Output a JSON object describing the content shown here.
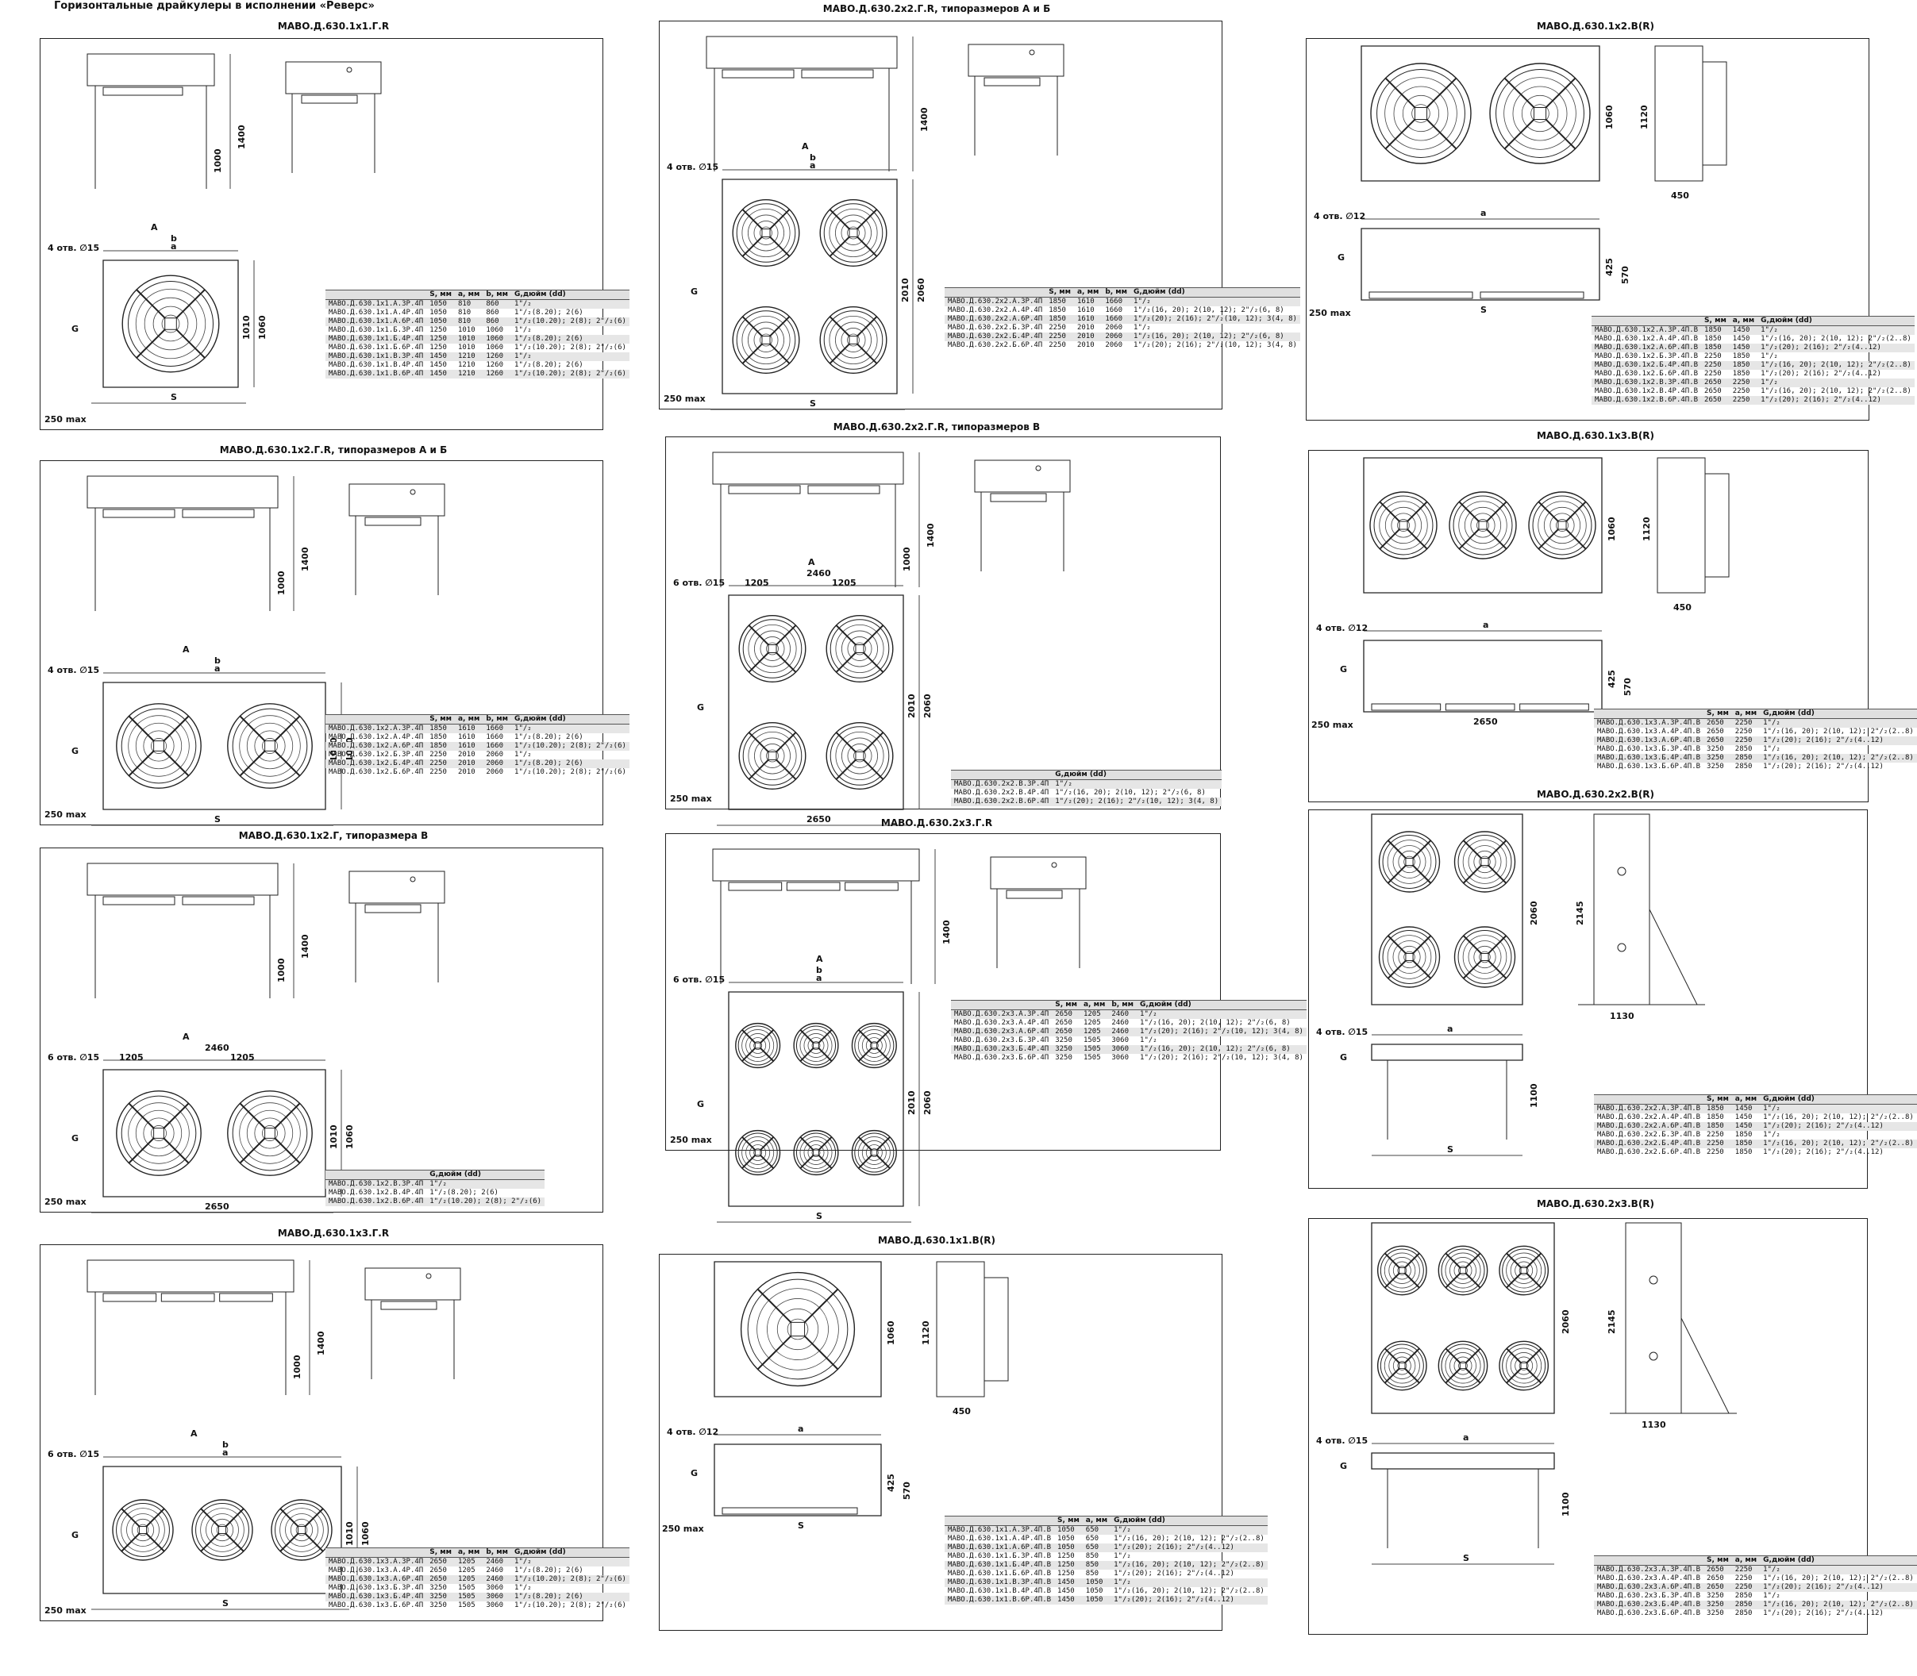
{
  "page": {
    "header": "Горизонтальные драйкулеры в исполнении «Реверс»"
  },
  "panels": [
    {
      "title": "MABO.Д.630.1x1.Г.R",
      "labels": {
        "a": "a",
        "b": "b",
        "A": "A",
        "G": "G",
        "S": "S",
        "holes": "4 отв. ∅15",
        "max": "250 max",
        "dim1": "1400",
        "dim2": "1000",
        "dim3": "1010",
        "dim4": "1060"
      },
      "table": {
        "headers": [
          "",
          "S, мм",
          "a, мм",
          "b, мм",
          "G,дюйм (dd)"
        ],
        "rows": [
          [
            "MABO.Д.630.1x1.A.3P.4П",
            "1050",
            "810",
            "860",
            "1\"/₂"
          ],
          [
            "MABO.Д.630.1x1.A.4P.4П",
            "1050",
            "810",
            "860",
            "1\"/₂(8.20); 2(6)"
          ],
          [
            "MABO.Д.630.1x1.A.6P.4П",
            "1050",
            "810",
            "860",
            "1\"/₂(10.20); 2(8); 2\"/₂(6)"
          ],
          [
            "MABO.Д.630.1x1.Б.3P.4П",
            "1250",
            "1010",
            "1060",
            "1\"/₂"
          ],
          [
            "MABO.Д.630.1x1.Б.4P.4П",
            "1250",
            "1010",
            "1060",
            "1\"/₂(8.20); 2(6)"
          ],
          [
            "MABO.Д.630.1x1.Б.6P.4П",
            "1250",
            "1010",
            "1060",
            "1\"/₂(10.20); 2(8); 2\"/₂(6)"
          ],
          [
            "MABO.Д.630.1x1.B.3P.4П",
            "1450",
            "1210",
            "1260",
            "1\"/₂"
          ],
          [
            "MABO.Д.630.1x1.B.4P.4П",
            "1450",
            "1210",
            "1260",
            "1\"/₂(8.20); 2(6)"
          ],
          [
            "MABO.Д.630.1x1.B.6P.4П",
            "1450",
            "1210",
            "1260",
            "1\"/₂(10.20); 2(8); 2\"/₂(6)"
          ]
        ]
      }
    },
    {
      "title": "MABO.Д.630.1x2.Г.R, типоразмеров А и Б",
      "labels": {
        "a": "a",
        "b": "b",
        "A": "A",
        "G": "G",
        "S": "S",
        "holes": "4 отв. ∅15",
        "max": "250 max",
        "dim1": "1400",
        "dim2": "1000",
        "dim3": "1010",
        "dim4": "1060"
      },
      "table": {
        "headers": [
          "",
          "S, мм",
          "a, мм",
          "b, мм",
          "G,дюйм (dd)"
        ],
        "rows": [
          [
            "MABO.Д.630.1x2.A.3P.4П",
            "1850",
            "1610",
            "1660",
            "1\"/₂"
          ],
          [
            "MABO.Д.630.1x2.A.4P.4П",
            "1850",
            "1610",
            "1660",
            "1\"/₂(8.20); 2(6)"
          ],
          [
            "MABO.Д.630.1x2.A.6P.4П",
            "1850",
            "1610",
            "1660",
            "1\"/₂(10.20); 2(8); 2\"/₂(6)"
          ],
          [
            "MABO.Д.630.1x2.Б.3P.4П",
            "2250",
            "2010",
            "2060",
            "1\"/₂"
          ],
          [
            "MABO.Д.630.1x2.Б.4P.4П",
            "2250",
            "2010",
            "2060",
            "1\"/₂(8.20); 2(6)"
          ],
          [
            "MABO.Д.630.1x2.Б.6P.4П",
            "2250",
            "2010",
            "2060",
            "1\"/₂(10.20); 2(8); 2\"/₂(6)"
          ]
        ]
      }
    },
    {
      "title": "MABO.Д.630.1x2.Г, типоразмера В",
      "labels": {
        "A": "A",
        "G": "G",
        "holes": "6 отв. ∅15",
        "max": "250 max",
        "w": "2460",
        "h1": "1205",
        "h2": "1205",
        "len": "2650",
        "dim1": "1400",
        "dim2": "1000",
        "dim3": "1010",
        "dim4": "1060"
      },
      "table": {
        "headers": [
          "",
          "G,дюйм (dd)"
        ],
        "rows": [
          [
            "MABO.Д.630.1x2.B.3P.4П",
            "1\"/₂"
          ],
          [
            "MABO.Д.630.1x2.B.4P.4П",
            "1\"/₂(8.20); 2(6)"
          ],
          [
            "MABO.Д.630.1x2.B.6P.4П",
            "1\"/₂(10.20); 2(8); 2\"/₂(6)"
          ]
        ]
      }
    },
    {
      "title": "MABO.Д.630.1x3.Г.R",
      "labels": {
        "a": "a",
        "b": "b",
        "A": "A",
        "G": "G",
        "S": "S",
        "holes": "6 отв. ∅15",
        "max": "250 max",
        "dim1": "1400",
        "dim2": "1000",
        "dim3": "1010",
        "dim4": "1060"
      },
      "table": {
        "headers": [
          "",
          "S, мм",
          "a, мм",
          "b, мм",
          "G,дюйм (dd)"
        ],
        "rows": [
          [
            "MABO.Д.630.1x3.A.3P.4П",
            "2650",
            "1205",
            "2460",
            "1\"/₂"
          ],
          [
            "MABO.Д.630.1x3.A.4P.4П",
            "2650",
            "1205",
            "2460",
            "1\"/₂(8.20); 2(6)"
          ],
          [
            "MABO.Д.630.1x3.A.6P.4П",
            "2650",
            "1205",
            "2460",
            "1\"/₂(10.20); 2(8); 2\"/₂(6)"
          ],
          [
            "MABO.Д.630.1x3.Б.3P.4П",
            "3250",
            "1505",
            "3060",
            "1\"/₂"
          ],
          [
            "MABO.Д.630.1x3.Б.4P.4П",
            "3250",
            "1505",
            "3060",
            "1\"/₂(8.20); 2(6)"
          ],
          [
            "MABO.Д.630.1x3.Б.6P.4П",
            "3250",
            "1505",
            "3060",
            "1\"/₂(10.20); 2(8); 2\"/₂(6)"
          ]
        ]
      }
    },
    {
      "title": "MABO.Д.630.2x2.Г.R, типоразмеров А и Б",
      "labels": {
        "a": "a",
        "b": "b",
        "A": "A",
        "G": "G",
        "S": "S",
        "holes": "4 отв. ∅15",
        "max": "250 max",
        "dim1": "1400",
        "dim3": "2010",
        "dim4": "2060"
      },
      "table": {
        "headers": [
          "",
          "S, мм",
          "a, мм",
          "b, мм",
          "G,дюйм (dd)"
        ],
        "rows": [
          [
            "MABO.Д.630.2x2.A.3P.4П",
            "1850",
            "1610",
            "1660",
            "1\"/₂"
          ],
          [
            "MABO.Д.630.2x2.A.4P.4П",
            "1850",
            "1610",
            "1660",
            "1\"/₂(16, 20); 2(10, 12); 2\"/₂(6, 8)"
          ],
          [
            "MABO.Д.630.2x2.A.6P.4П",
            "1850",
            "1610",
            "1660",
            "1\"/₂(20); 2(16); 2\"/₂(10, 12); 3(4, 8)"
          ],
          [
            "MABO.Д.630.2x2.Б.3P.4П",
            "2250",
            "2010",
            "2060",
            "1\"/₂"
          ],
          [
            "MABO.Д.630.2x2.Б.4P.4П",
            "2250",
            "2010",
            "2060",
            "1\"/₂(16, 20); 2(10, 12); 2\"/₂(6, 8)"
          ],
          [
            "MABO.Д.630.2x2.Б.6P.4П",
            "2250",
            "2010",
            "2060",
            "1\"/₂(20); 2(16); 2\"/₂(10, 12); 3(4, 8)"
          ]
        ]
      }
    },
    {
      "title": "MABO.Д.630.2x2.Г.R, типоразмеров В",
      "labels": {
        "A": "A",
        "G": "G",
        "holes": "6 отв. ∅15",
        "max": "250 max",
        "w": "2460",
        "h1": "1205",
        "h2": "1205",
        "len": "2650",
        "dim1": "1400",
        "dim2": "1000",
        "dim3": "2010",
        "dim4": "2060"
      },
      "table": {
        "headers": [
          "",
          "G,дюйм (dd)"
        ],
        "rows": [
          [
            "MABO.Д.630.2x2.B.3P.4П",
            "1\"/₂"
          ],
          [
            "MABO.Д.630.2x2.B.4P.4П",
            "1\"/₂(16, 20); 2(10, 12); 2\"/₂(6, 8)"
          ],
          [
            "MABO.Д.630.2x2.B.6P.4П",
            "1\"/₂(20); 2(16); 2\"/₂(10, 12); 3(4, 8)"
          ]
        ]
      }
    },
    {
      "title": "MABO.Д.630.2x3.Г.R",
      "labels": {
        "a": "a",
        "b": "b",
        "A": "A",
        "G": "G",
        "S": "S",
        "holes": "6 отв. ∅15",
        "max": "250 max",
        "dim1": "1400",
        "dim3": "2010",
        "dim4": "2060"
      },
      "table": {
        "headers": [
          "",
          "S, мм",
          "a, мм",
          "b, мм",
          "G,дюйм (dd)"
        ],
        "rows": [
          [
            "MABO.Д.630.2x3.A.3P.4П",
            "2650",
            "1205",
            "2460",
            "1\"/₂"
          ],
          [
            "MABO.Д.630.2x3.A.4P.4П",
            "2650",
            "1205",
            "2460",
            "1\"/₂(16, 20); 2(10, 12); 2\"/₂(6, 8)"
          ],
          [
            "MABO.Д.630.2x3.A.6P.4П",
            "2650",
            "1205",
            "2460",
            "1\"/₂(20); 2(16); 2\"/₂(10, 12); 3(4, 8)"
          ],
          [
            "MABO.Д.630.2x3.Б.3P.4П",
            "3250",
            "1505",
            "3060",
            "1\"/₂"
          ],
          [
            "MABO.Д.630.2x3.Б.4P.4П",
            "3250",
            "1505",
            "3060",
            "1\"/₂(16, 20); 2(10, 12); 2\"/₂(6, 8)"
          ],
          [
            "MABO.Д.630.2x3.Б.6P.4П",
            "3250",
            "1505",
            "3060",
            "1\"/₂(20); 2(16); 2\"/₂(10, 12); 3(4, 8)"
          ]
        ]
      }
    },
    {
      "title": "MABO.Д.630.1x1.B(R)",
      "labels": {
        "a": "a",
        "G": "G",
        "S": "S",
        "holes": "4 отв. ∅12",
        "max": "250 max",
        "dim1": "1060",
        "dim2": "1120",
        "dim3": "425",
        "dim4": "570",
        "depth": "450"
      },
      "table": {
        "headers": [
          "",
          "S, мм",
          "a, мм",
          "G,дюйм (dd)"
        ],
        "rows": [
          [
            "MABO.Д.630.1x1.A.3P.4П.B",
            "1050",
            "650",
            "1\"/₂"
          ],
          [
            "MABO.Д.630.1x1.A.4P.4П.B",
            "1050",
            "650",
            "1\"/₂(16, 20); 2(10, 12); 2\"/₂(2..8)"
          ],
          [
            "MABO.Д.630.1x1.A.6P.4П.B",
            "1050",
            "650",
            "1\"/₂(20); 2(16); 2\"/₂(4..12)"
          ],
          [
            "MABO.Д.630.1x1.Б.3P.4П.B",
            "1250",
            "850",
            "1\"/₂"
          ],
          [
            "MABO.Д.630.1x1.Б.4P.4П.B",
            "1250",
            "850",
            "1\"/₂(16, 20); 2(10, 12); 2\"/₂(2..8)"
          ],
          [
            "MABO.Д.630.1x1.Б.6P.4П.B",
            "1250",
            "850",
            "1\"/₂(20); 2(16); 2\"/₂(4..12)"
          ],
          [
            "MABO.Д.630.1x1.B.3P.4П.B",
            "1450",
            "1050",
            "1\"/₂"
          ],
          [
            "MABO.Д.630.1x1.B.4P.4П.B",
            "1450",
            "1050",
            "1\"/₂(16, 20); 2(10, 12); 2\"/₂(2..8)"
          ],
          [
            "MABO.Д.630.1x1.B.6P.4П.B",
            "1450",
            "1050",
            "1\"/₂(20); 2(16); 2\"/₂(4..12)"
          ]
        ]
      }
    },
    {
      "title": "MABO.Д.630.1x2.B(R)",
      "labels": {
        "a": "a",
        "G": "G",
        "S": "S",
        "holes": "4 отв. ∅12",
        "max": "250 max",
        "dim1": "1060",
        "dim2": "1120",
        "dim3": "425",
        "dim4": "570",
        "depth": "450"
      },
      "table": {
        "headers": [
          "",
          "S, мм",
          "a, мм",
          "G,дюйм (dd)"
        ],
        "rows": [
          [
            "MABO.Д.630.1x2.A.3P.4П.B",
            "1850",
            "1450",
            "1\"/₂"
          ],
          [
            "MABO.Д.630.1x2.A.4P.4П.B",
            "1850",
            "1450",
            "1\"/₂(16, 20); 2(10, 12); 2\"/₂(2..8)"
          ],
          [
            "MABO.Д.630.1x2.A.6P.4П.B",
            "1850",
            "1450",
            "1\"/₂(20); 2(16); 2\"/₂(4..12)"
          ],
          [
            "MABO.Д.630.1x2.Б.3P.4П.B",
            "2250",
            "1850",
            "1\"/₂"
          ],
          [
            "MABO.Д.630.1x2.Б.4P.4П.B",
            "2250",
            "1850",
            "1\"/₂(16, 20); 2(10, 12); 2\"/₂(2..8)"
          ],
          [
            "MABO.Д.630.1x2.Б.6P.4П.B",
            "2250",
            "1850",
            "1\"/₂(20); 2(16); 2\"/₂(4..12)"
          ],
          [
            "MABO.Д.630.1x2.B.3P.4П.B",
            "2650",
            "2250",
            "1\"/₂"
          ],
          [
            "MABO.Д.630.1x2.B.4P.4П.B",
            "2650",
            "2250",
            "1\"/₂(16, 20); 2(10, 12); 2\"/₂(2..8)"
          ],
          [
            "MABO.Д.630.1x2.B.6P.4П.B",
            "2650",
            "2250",
            "1\"/₂(20); 2(16); 2\"/₂(4..12)"
          ]
        ]
      }
    },
    {
      "title": "MABO.Д.630.1x3.B(R)",
      "labels": {
        "a": "a",
        "G": "G",
        "holes": "4 отв. ∅12",
        "max": "250 max",
        "len": "2650",
        "dim1": "1060",
        "dim2": "1120",
        "dim3": "425",
        "dim4": "570",
        "depth": "450"
      },
      "table": {
        "headers": [
          "",
          "S, мм",
          "a, мм",
          "G,дюйм (dd)"
        ],
        "rows": [
          [
            "MABO.Д.630.1x3.A.3P.4П.B",
            "2650",
            "2250",
            "1\"/₂"
          ],
          [
            "MABO.Д.630.1x3.A.4P.4П.B",
            "2650",
            "2250",
            "1\"/₂(16, 20); 2(10, 12); 2\"/₂(2..8)"
          ],
          [
            "MABO.Д.630.1x3.A.6P.4П.B",
            "2650",
            "2250",
            "1\"/₂(20); 2(16); 2\"/₂(4..12)"
          ],
          [
            "MABO.Д.630.1x3.Б.3P.4П.B",
            "3250",
            "2850",
            "1\"/₂"
          ],
          [
            "MABO.Д.630.1x3.Б.4P.4П.B",
            "3250",
            "2850",
            "1\"/₂(16, 20); 2(10, 12); 2\"/₂(2..8)"
          ],
          [
            "MABO.Д.630.1x3.Б.6P.4П.B",
            "3250",
            "2850",
            "1\"/₂(20); 2(16); 2\"/₂(4..12)"
          ]
        ]
      }
    },
    {
      "title": "MABO.Д.630.2x2.B(R)",
      "labels": {
        "a": "a",
        "G": "G",
        "S": "S",
        "holes": "4 отв. ∅15",
        "dim1": "2060",
        "dim2": "2145",
        "dim3": "1100",
        "depth": "1130"
      },
      "table": {
        "headers": [
          "",
          "S, мм",
          "a, мм",
          "G,дюйм (dd)"
        ],
        "rows": [
          [
            "MABO.Д.630.2x2.A.3P.4П.B",
            "1850",
            "1450",
            "1\"/₂"
          ],
          [
            "MABO.Д.630.2x2.A.4P.4П.B",
            "1850",
            "1450",
            "1\"/₂(16, 20); 2(10, 12); 2\"/₂(2..8)"
          ],
          [
            "MABO.Д.630.2x2.A.6P.4П.B",
            "1850",
            "1450",
            "1\"/₂(20); 2(16); 2\"/₂(4..12)"
          ],
          [
            "MABO.Д.630.2x2.Б.3P.4П.B",
            "2250",
            "1850",
            "1\"/₂"
          ],
          [
            "MABO.Д.630.2x2.Б.4P.4П.B",
            "2250",
            "1850",
            "1\"/₂(16, 20); 2(10, 12); 2\"/₂(2..8)"
          ],
          [
            "MABO.Д.630.2x2.Б.6P.4П.B",
            "2250",
            "1850",
            "1\"/₂(20); 2(16); 2\"/₂(4..12)"
          ]
        ]
      }
    },
    {
      "title": "MABO.Д.630.2x3.B(R)",
      "labels": {
        "a": "a",
        "G": "G",
        "S": "S",
        "holes": "4 отв. ∅15",
        "dim1": "2060",
        "dim2": "2145",
        "dim3": "1100",
        "depth": "1130"
      },
      "table": {
        "headers": [
          "",
          "S, мм",
          "a, мм",
          "G,дюйм (dd)"
        ],
        "rows": [
          [
            "MABO.Д.630.2x3.A.3P.4П.B",
            "2650",
            "2250",
            "1\"/₂"
          ],
          [
            "MABO.Д.630.2x3.A.4P.4П.B",
            "2650",
            "2250",
            "1\"/₂(16, 20); 2(10, 12); 2\"/₂(2..8)"
          ],
          [
            "MABO.Д.630.2x3.A.6P.4П.B",
            "2650",
            "2250",
            "1\"/₂(20); 2(16); 2\"/₂(4..12)"
          ],
          [
            "MABO.Д.630.2x3.Б.3P.4П.B",
            "3250",
            "2850",
            "1\"/₂"
          ],
          [
            "MABO.Д.630.2x3.Б.4P.4П.B",
            "3250",
            "2850",
            "1\"/₂(16, 20); 2(10, 12); 2\"/₂(2..8)"
          ],
          [
            "MABO.Д.630.2x3.Б.6P.4П.B",
            "3250",
            "2850",
            "1\"/₂(20); 2(16); 2\"/₂(4..12)"
          ]
        ]
      }
    }
  ]
}
